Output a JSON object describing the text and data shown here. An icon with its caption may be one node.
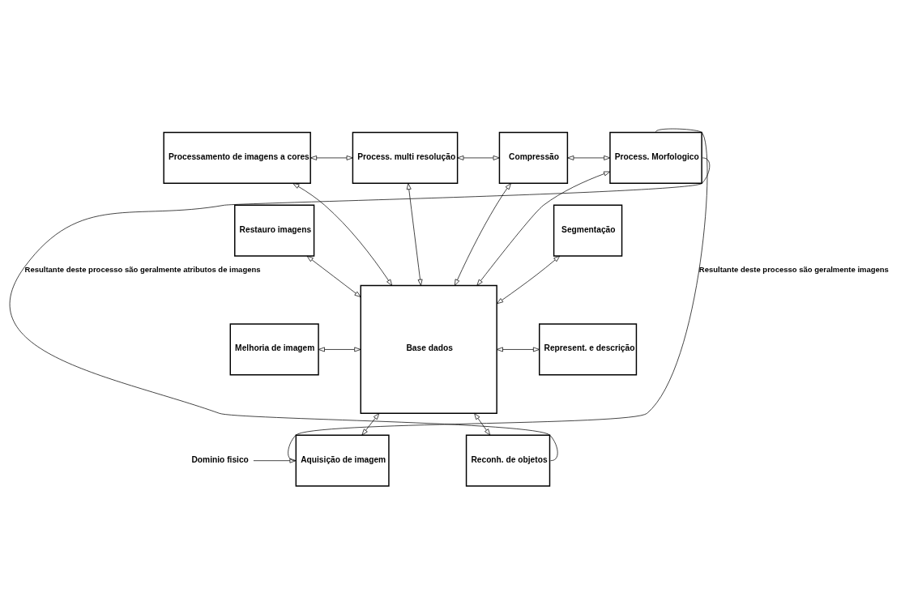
{
  "diagram": {
    "nodes": [
      {
        "text": [
          "Processamento de imagens a cores"
        ]
      },
      {
        "text": [
          "Process. multi resolução"
        ]
      },
      {
        "text": [
          "Compressão"
        ]
      },
      {
        "text": [
          "Process. Morfologico"
        ]
      },
      {
        "text": [
          "Restauro imagens"
        ]
      },
      {
        "text": [
          "Base dados"
        ]
      },
      {
        "text": [
          "Segmentação"
        ]
      },
      {
        "text": [
          "Melhoria de imagem"
        ]
      },
      {
        "text": [
          "Represent. e descrição"
        ]
      },
      {
        "text": [
          "Aquisição de imagem"
        ]
      },
      {
        "text": [
          "Reconh. de objetos"
        ]
      },
      {
        "text": [
          "Dominio fisico"
        ]
      }
    ],
    "edges": [
      {
        "from": 0,
        "to": 1,
        "arrow": "both"
      },
      {
        "from": 1,
        "to": 2,
        "arrow": "both"
      },
      {
        "from": 2,
        "to": 3,
        "arrow": "both"
      },
      {
        "from": 0,
        "to": 5,
        "arrow": "both"
      },
      {
        "from": 1,
        "to": 5,
        "arrow": "both"
      },
      {
        "from": 2,
        "to": 5,
        "arrow": "both"
      },
      {
        "from": 3,
        "to": 5,
        "arrow": "both"
      },
      {
        "from": 4,
        "to": 5,
        "arrow": "both"
      },
      {
        "from": 5,
        "to": 6,
        "arrow": "both"
      },
      {
        "from": 7,
        "to": 5,
        "arrow": "both"
      },
      {
        "from": 5,
        "to": 8,
        "arrow": "both"
      },
      {
        "from": 9,
        "to": 5,
        "arrow": "both"
      },
      {
        "from": 5,
        "to": 10,
        "arrow": "both"
      },
      {
        "from": 11,
        "to": 9,
        "arrow": "to"
      },
      {
        "from": 9,
        "to": 3,
        "arrow": "none",
        "label": "Resultante deste processo são geralmente imagens"
      },
      {
        "from": 3,
        "to": 10,
        "arrow": "none",
        "label": "Resultante deste processo são geralmente atributos de imagens"
      }
    ]
  }
}
